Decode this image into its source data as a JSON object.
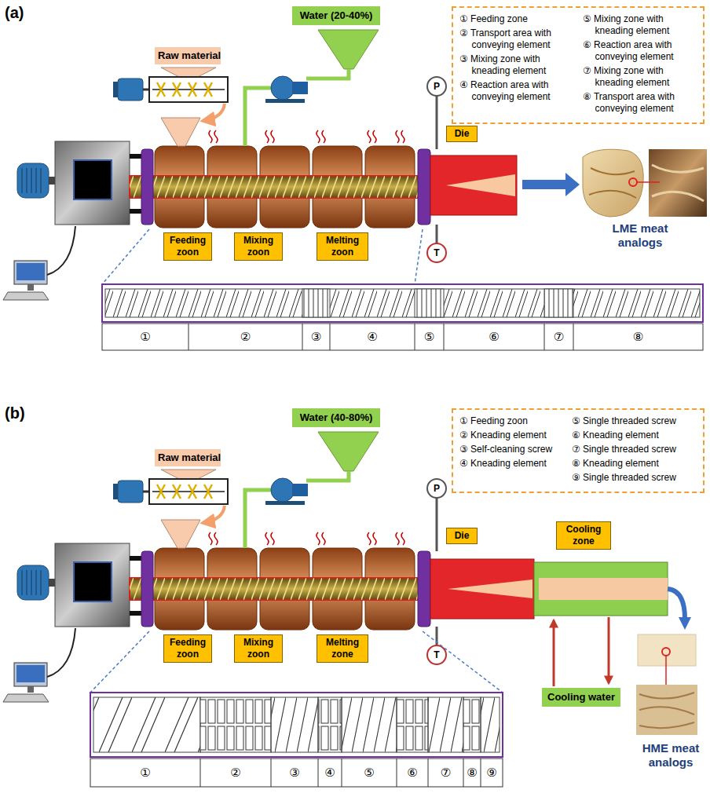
{
  "diagram": {
    "nodes": [
      {
        "text": [
          "Raw material"
        ]
      },
      {
        "text": [
          "Water (20-40%)"
        ]
      },
      {
        "text": [
          "① Feeding zone",
          "② Transport area with conveying element",
          "③ Mixing zone with kneading element",
          "④ Reaction area with conveying element",
          "⑤ Mixing zone with kneading element",
          "⑥ Reaction area with conveying element",
          "⑦ Mixing zone with kneading element",
          "⑧ Transport area with conveying element"
        ]
      },
      {
        "text": [
          "Feeding zoon"
        ]
      },
      {
        "text": [
          "Mixing zoon"
        ]
      },
      {
        "text": [
          "Melting zoon"
        ]
      },
      {
        "text": [
          "Die"
        ]
      },
      {
        "text": [
          "Raw material"
        ]
      },
      {
        "text": [
          "Water (40-80%)"
        ]
      },
      {
        "text": [
          "① Feeding zoon",
          "② Kneading element",
          "③ Self-cleaning screw",
          "④ Kneading element",
          "⑤ Single threaded screw",
          "⑥ Kneading element",
          "⑦ Single threaded screw",
          "⑧ Kneading element",
          "⑨ Single threaded screw"
        ]
      },
      {
        "text": [
          "Feeding zoon"
        ]
      },
      {
        "text": [
          "Mixing zoon"
        ]
      },
      {
        "text": [
          "Melting zone"
        ]
      },
      {
        "text": [
          "Die"
        ]
      },
      {
        "text": [
          "Cooling zone"
        ]
      },
      {
        "text": [
          "Cooling water"
        ]
      }
    ],
    "labels": [
      "(a)",
      "P",
      "T",
      "LME meat analogs",
      "①",
      "②",
      "③",
      "④",
      "⑤",
      "⑥",
      "⑦",
      "⑧",
      "(b)",
      "P",
      "T",
      "HME meat analogs",
      "①",
      "②",
      "③",
      "④",
      "⑤",
      "⑥",
      "⑦",
      "⑧",
      "⑨"
    ]
  }
}
